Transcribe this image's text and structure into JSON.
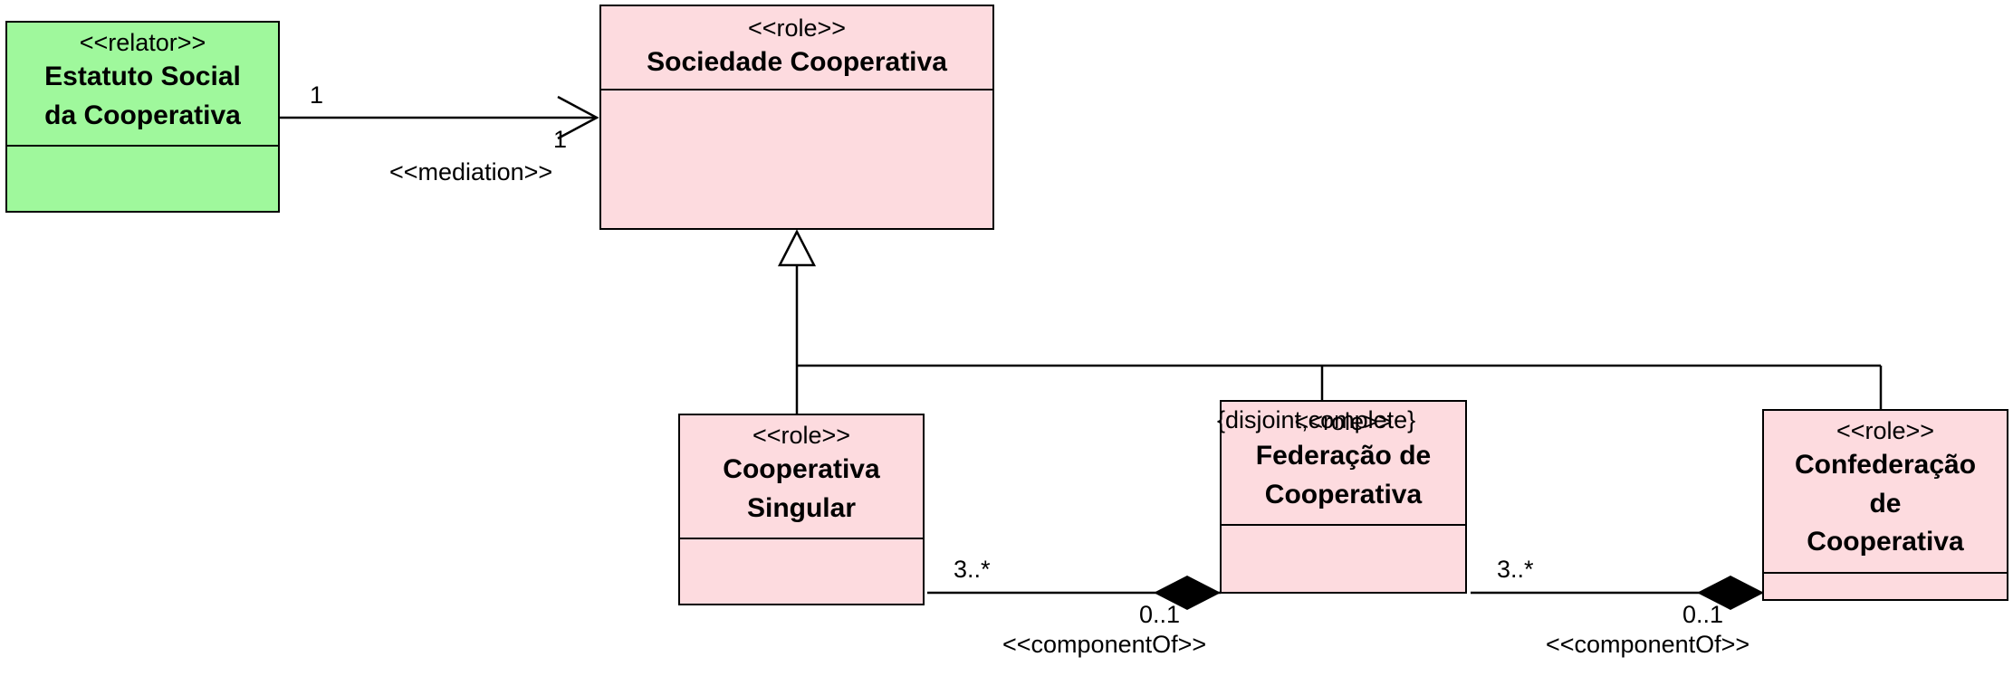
{
  "diagram": {
    "classes": {
      "estatuto": {
        "stereotype": "<<relator>>",
        "name_line1": "Estatuto Social",
        "name_line2": "da Cooperativa",
        "fill": "#9ff89c"
      },
      "sociedade": {
        "stereotype": "<<role>>",
        "name": "Sociedade Cooperativa",
        "fill": "#fddbdf"
      },
      "singular": {
        "stereotype": "<<role>>",
        "name_line1": "Cooperativa",
        "name_line2": "Singular"
      },
      "federacao": {
        "stereotype": "<<role>>",
        "name_line1": "Federação de",
        "name_line2": "Cooperativa"
      },
      "confederacao": {
        "stereotype": "<<role>>",
        "name_line1": "Confederação",
        "name_line2": "de",
        "name_line3": "Cooperativa"
      }
    },
    "mediation": {
      "source_multiplicity": "1",
      "target_multiplicity": "1",
      "stereotype": "<<mediation>>"
    },
    "generalization_set": {
      "constraint": "{disjoint,complete}"
    },
    "component_of_1": {
      "part_multiplicity": "3..*",
      "whole_multiplicity": "0..1",
      "stereotype": "<<componentOf>>"
    },
    "component_of_2": {
      "part_multiplicity": "3..*",
      "whole_multiplicity": "0..1",
      "stereotype": "<<componentOf>>"
    }
  }
}
